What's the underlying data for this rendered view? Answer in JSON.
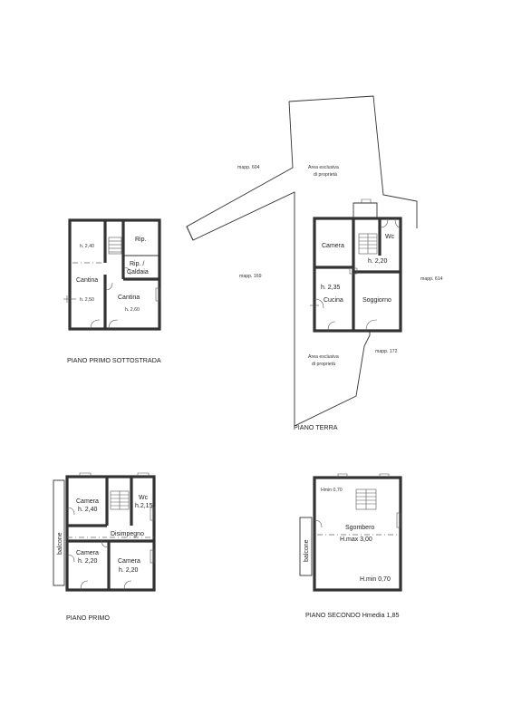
{
  "site": {
    "mapp_604": "mapp. 604",
    "mapp_169": "mapp. 169",
    "mapp_614": "mapp. 614",
    "mapp_172": "mapp. 172",
    "area_top_1": "Area esclusiva",
    "area_top_2": "di proprietà",
    "area_bottom_1": "Area esclusiva",
    "area_bottom_2": "di proprietà"
  },
  "plans": {
    "sottostrada": {
      "caption": "PIANO PRIMO SOTTOSTRADA",
      "rooms": {
        "rip": "Rip.",
        "rip2": "Rip. /",
        "caldaia": "Caldaia",
        "cantina1": "Cantina",
        "cantina2": "Cantina"
      },
      "heights": {
        "h1": "h. 2,40",
        "h2": "h. 2,50",
        "h3": "h. 2,60"
      }
    },
    "terra": {
      "caption": "PIANO TERRA",
      "rooms": {
        "camera": "Camera",
        "wc": "Wc",
        "cucina": "Cucina",
        "soggiorno": "Soggiorno"
      },
      "heights": {
        "h1": "h. 2,20",
        "h2": "h. 2,35"
      }
    },
    "primo": {
      "caption": "PIANO PRIMO",
      "rooms": {
        "camera1": "Camera",
        "wc": "Wc",
        "disimpegno": "Disimpegno",
        "camera2": "Camera",
        "camera3": "Camera",
        "balcone": "balcone"
      },
      "heights": {
        "h1": "h. 2,40",
        "h2": "h.2,15",
        "h3": "h. 2,20",
        "h4": "h. 2,20"
      }
    },
    "secondo": {
      "caption": "PIANO SECONDO  Hmedia 1,85",
      "rooms": {
        "sgombero": "Sgombero",
        "balcone": "balcone"
      },
      "heights": {
        "hmin1": "Hmin 0,70",
        "hmax": "H.max 3,00",
        "hmin2": "H.min 0,70"
      }
    }
  }
}
